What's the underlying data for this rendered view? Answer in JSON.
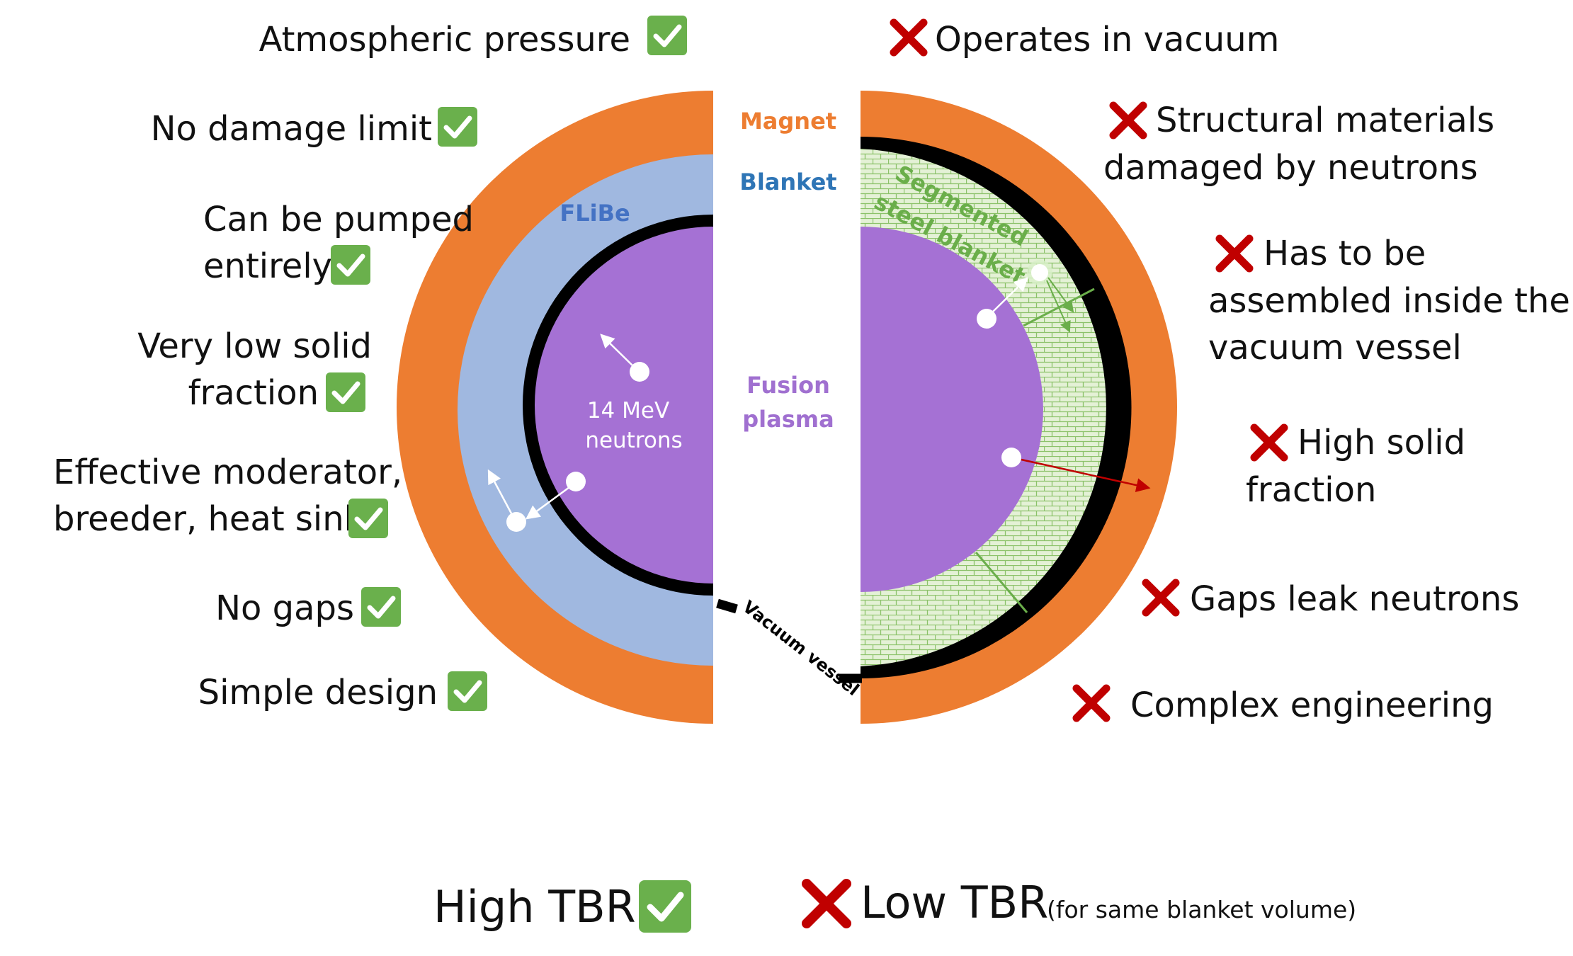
{
  "colors": {
    "magnet": "#ED7D31",
    "flibe": "#A0B8E0",
    "plasma": "#A571D4",
    "vessel": "#000000",
    "steel_blanket": "#E4F1D6",
    "check": "#6AB04C",
    "cross": "#C00000",
    "arrow_red": "#C00000"
  },
  "diagram": {
    "magnet_label": "Magnet",
    "blanket_label": "Blanket",
    "flibe_label": "FLiBe",
    "plasma_label_line1": "Fusion",
    "plasma_label_line2": "plasma",
    "neutrons_line1": "14 MeV",
    "neutrons_line2": "neutrons",
    "steel_line1": "Segmented",
    "steel_line2": "steel blanket",
    "vacuum_vessel": "Vacuum vessel"
  },
  "pros": [
    {
      "line1": "Atmospheric pressure",
      "icon": "check-icon"
    },
    {
      "line1": "No damage limit",
      "icon": "check-icon"
    },
    {
      "line1": "Can be pumped",
      "line2": "entirely",
      "icon": "check-icon"
    },
    {
      "line1": "Very low solid",
      "line2": "fraction",
      "icon": "check-icon"
    },
    {
      "line1": "Effective moderator,",
      "line2": "breeder, heat sink",
      "icon": "check-icon"
    },
    {
      "line1": "No gaps",
      "icon": "check-icon"
    },
    {
      "line1": "Simple design",
      "icon": "check-icon"
    }
  ],
  "cons": [
    {
      "line1": "Operates in vacuum",
      "icon": "cross-icon"
    },
    {
      "line1": "Structural materials",
      "line2": "damaged by neutrons",
      "icon": "cross-icon"
    },
    {
      "line1": "Has to be",
      "line2": "assembled inside the",
      "line3": "vacuum vessel",
      "icon": "cross-icon"
    },
    {
      "line1": "High solid",
      "line2": "fraction",
      "icon": "cross-icon"
    },
    {
      "line1": "Gaps leak neutrons",
      "icon": "cross-icon"
    },
    {
      "line1": "Complex engineering",
      "icon": "cross-icon"
    }
  ],
  "bottom": {
    "left_label": "High TBR",
    "right_label": "Low TBR",
    "right_note": "(for same blanket volume)"
  }
}
